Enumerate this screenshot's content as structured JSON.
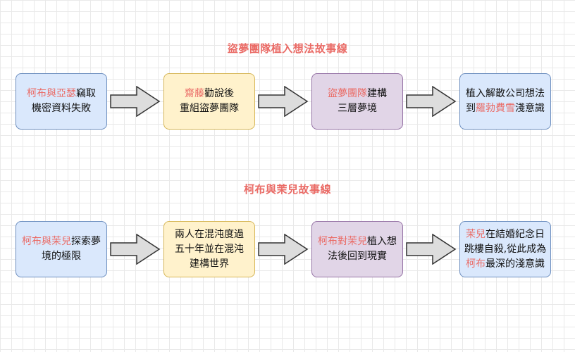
{
  "colors": {
    "highlight": "#ea6b66",
    "blue_fill": "#dae8fc",
    "blue_border": "#6c8ebf",
    "yellow_fill": "#fff2cc",
    "yellow_border": "#d6b656",
    "purple_fill": "#e1d5e7",
    "purple_border": "#9673a6",
    "arrow_fill": "#dddddd"
  },
  "rows": [
    {
      "title": "盜夢團隊植入想法故事線",
      "boxes": [
        {
          "color": "blue",
          "lines": [
            [
              {
                "t": "柯布與亞瑟",
                "h": true
              },
              {
                "t": "竊取",
                "h": false
              }
            ],
            [
              {
                "t": "機密資料失敗",
                "h": false
              }
            ]
          ]
        },
        {
          "color": "yellow",
          "lines": [
            [
              {
                "t": "齋藤",
                "h": true
              },
              {
                "t": "勸說後",
                "h": false
              }
            ],
            [
              {
                "t": "重組盜夢團隊",
                "h": false
              }
            ]
          ]
        },
        {
          "color": "purple",
          "lines": [
            [
              {
                "t": "盜夢團隊",
                "h": true
              },
              {
                "t": "建構",
                "h": false
              }
            ],
            [
              {
                "t": "三層夢境",
                "h": false
              }
            ]
          ]
        },
        {
          "color": "blue",
          "lines": [
            [
              {
                "t": "植入解散公司想法",
                "h": false
              }
            ],
            [
              {
                "t": "到",
                "h": false
              },
              {
                "t": "羅勃費雪",
                "h": true
              },
              {
                "t": "淺意識",
                "h": false
              }
            ]
          ]
        }
      ]
    },
    {
      "title": "柯布與茉兒故事線",
      "boxes": [
        {
          "color": "blue",
          "lines": [
            [
              {
                "t": "柯布與茉兒",
                "h": true
              },
              {
                "t": "探索夢",
                "h": false
              }
            ],
            [
              {
                "t": "境的極限",
                "h": false
              }
            ]
          ]
        },
        {
          "color": "yellow",
          "lines": [
            [
              {
                "t": "兩人在混沌度過",
                "h": false
              }
            ],
            [
              {
                "t": "五十年並在混沌",
                "h": false
              }
            ],
            [
              {
                "t": "建構世界",
                "h": false
              }
            ]
          ]
        },
        {
          "color": "purple",
          "lines": [
            [
              {
                "t": "柯布對茉兒",
                "h": true
              },
              {
                "t": "植入想",
                "h": false
              }
            ],
            [
              {
                "t": "法後回到現實",
                "h": false
              }
            ]
          ]
        },
        {
          "color": "blue",
          "lines": [
            [
              {
                "t": "茉兒",
                "h": true
              },
              {
                "t": "在結婚紀念日",
                "h": false
              }
            ],
            [
              {
                "t": "跳樓自殺,從此成為",
                "h": false
              }
            ],
            [
              {
                "t": "柯布",
                "h": true
              },
              {
                "t": "最深的淺意識",
                "h": false
              }
            ]
          ]
        }
      ]
    }
  ]
}
